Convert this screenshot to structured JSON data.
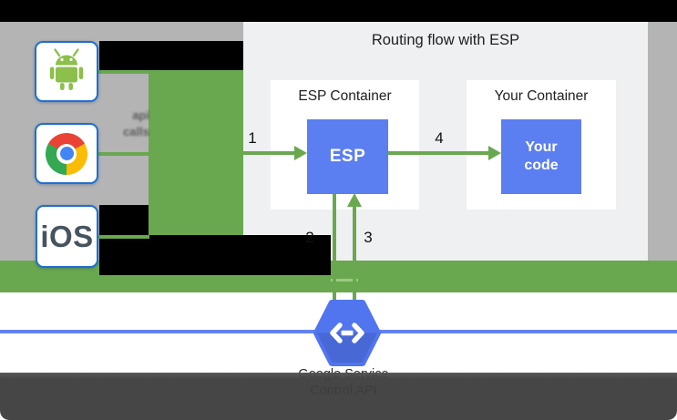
{
  "panel": {
    "title": "Routing flow with ESP",
    "esp_container_label": "ESP Container",
    "your_container_label": "Your Container",
    "esp_box_label": "ESP",
    "your_code_line1": "Your",
    "your_code_line2": "code",
    "step1": "1",
    "step2": "2",
    "step3": "3",
    "step4": "4"
  },
  "clients": {
    "android_icon": "android-robot-icon",
    "chrome_icon": "chrome-logo-icon",
    "ios_label": "iOS",
    "blurred_text_line1": "api",
    "blurred_text_line2": "calls"
  },
  "endpoints": {
    "icon": "cloud-endpoints-hexagon-icon",
    "caption_line1": "Google Service",
    "caption_line2": "Control API"
  },
  "colors": {
    "green": "#6aa84f",
    "blue_box": "#5b7ef0",
    "hexagon_blue": "#5174ef",
    "blue_line": "#6381f0",
    "gray": "#b4b4b5",
    "panel_bg": "#eff0f1",
    "client_border_blue": "#1e6fd2",
    "footer": "#3e3e3f",
    "android_green": "#8dbf4c",
    "chrome_blue": "#4285f4"
  }
}
